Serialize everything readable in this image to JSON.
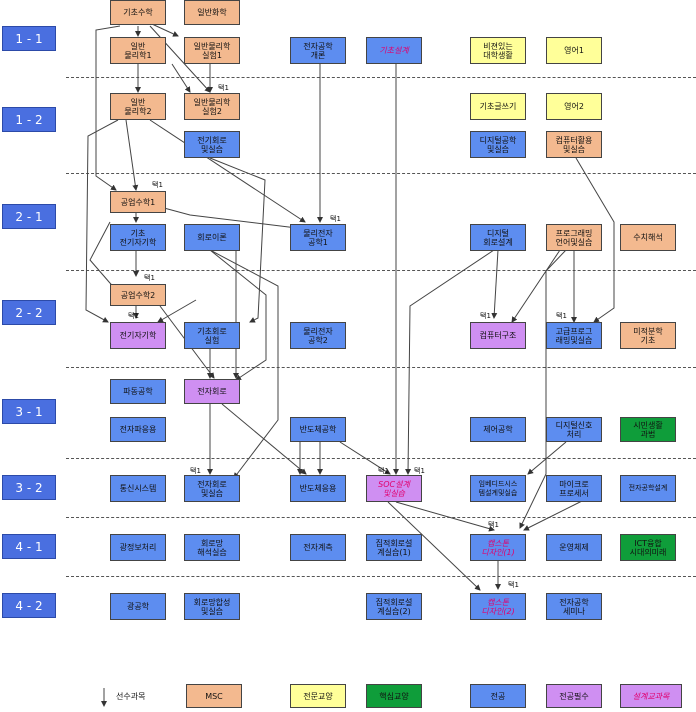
{
  "semesters": [
    "1 - 1",
    "1 - 2",
    "2 - 1",
    "2 - 2",
    "3 - 1",
    "3 - 2",
    "4 - 1",
    "4 - 2"
  ],
  "courses": {
    "c11a": "기초수학",
    "c11b": "일반화학",
    "c11c": "일반\n물리학1",
    "c11d": "일반물리학\n실험1",
    "c11e": "전자공학\n개론",
    "c11f": "기초설계",
    "c11g": "비젼있는\n대학생활",
    "c11h": "영어1",
    "c12a": "일반\n물리학2",
    "c12b": "일반물리학\n실험2",
    "c12c": "기초글쓰기",
    "c12d": "영어2",
    "c12e": "전기회로\n및실습",
    "c12f": "디지털공학\n및실습",
    "c12g": "컴퓨터활용\n및실습",
    "c21a": "공업수학1",
    "c21b": "기초\n전기자기학",
    "c21c": "회로이론",
    "c21d": "물리전자\n공학1",
    "c21e": "디지털\n회로설계",
    "c21f": "프로그래밍\n언어및실습",
    "c21g": "수치해석",
    "c22a": "공업수학2",
    "c22b": "전기자기학",
    "c22c": "기초회로\n실험",
    "c22d": "물리전자\n공학2",
    "c22e": "컴퓨터구조",
    "c22f": "고급프로그\n래밍및실습",
    "c22g": "미적분학\n기초",
    "c31a": "파동공학",
    "c31b": "전자회로",
    "c31c": "전자파응용",
    "c31d": "반도체공학",
    "c31e": "제어공학",
    "c31f": "디지털신호\n처리",
    "c31g": "시민생활\n과법",
    "c32a": "통신시스템",
    "c32b": "전자회로\n및실습",
    "c32c": "반도체응용",
    "c32d": "SOC설계\n및실습",
    "c32e": "임베디드시스\n템설계및실습",
    "c32f": "마이크로\n프로세서",
    "c32g": "전자공학설계",
    "c41a": "광정보처리",
    "c41b": "회로망\n해석실습",
    "c41c": "전자계측",
    "c41d": "집적회로설\n계실습(1)",
    "c41e": "캡스톤\n디자인(1)",
    "c41f": "운영체제",
    "c41g": "ICT융합\n시대의미래",
    "c42a": "광공학",
    "c42b": "회로망합성\n및실습",
    "c42c": "집적회로설\n계실습(2)",
    "c42d": "캡스톤\n디자인(2)",
    "c42e": "전자공학\n세미나"
  },
  "note": "택1",
  "legend": {
    "prereq": "선수과목",
    "msc": "MSC",
    "gen": "전문교양",
    "core": "핵심교양",
    "maj": "전공",
    "req": "전공필수",
    "des": "설계교과목"
  },
  "colors": {
    "semester": "#4a6fe0",
    "msc": "#f3b98f",
    "major": "#5d8df0",
    "major_required": "#cf8ff2",
    "general": "#ffff99",
    "core": "#0f9d3a",
    "design_text": "#e0006e"
  }
}
